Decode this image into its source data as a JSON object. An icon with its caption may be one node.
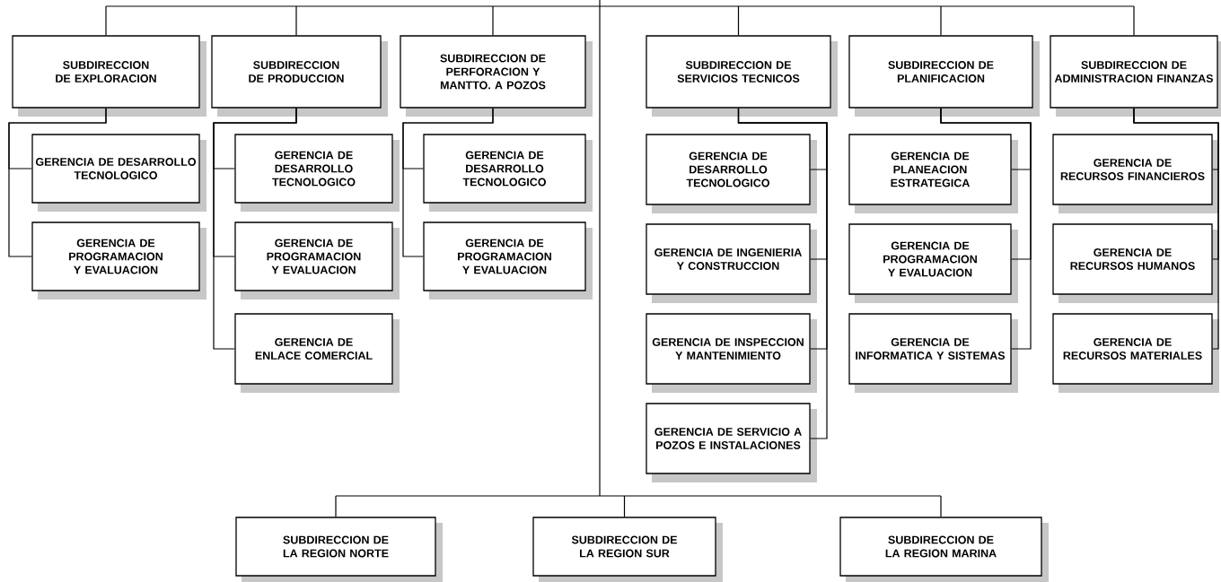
{
  "diagram": {
    "nodes": [
      {
        "text": [
          "SUBDIRECCION DE EXPLORACION"
        ]
      },
      {
        "text": [
          "SUBDIRECCION DE PRODUCCION"
        ]
      },
      {
        "text": [
          "SUBDIRECCION DE PERFORACION Y MANTTO. A POZOS"
        ]
      },
      {
        "text": [
          "SUBDIRECCION DE SERVICIOS TECNICOS"
        ]
      },
      {
        "text": [
          "SUBDIRECCION DE PLANIFICACION"
        ]
      },
      {
        "text": [
          "SUBDIRECCION DE ADMINISTRACION FINANZAS"
        ]
      },
      {
        "text": [
          "GERENCIA DE DESARROLLO TECNOLOGICO"
        ]
      },
      {
        "text": [
          "GERENCIA DE PROGRAMACION Y EVALUACION"
        ]
      },
      {
        "text": [
          "GERENCIA DE DESARROLLO TECNOLOGICO"
        ]
      },
      {
        "text": [
          "GERENCIA DE PROGRAMACION Y EVALUACION"
        ]
      },
      {
        "text": [
          "GERENCIA DE ENLACE COMERCIAL"
        ]
      },
      {
        "text": [
          "GERENCIA DE DESARROLLO TECNOLOGICO"
        ]
      },
      {
        "text": [
          "GERENCIA DE PROGRAMACION Y EVALUACION"
        ]
      },
      {
        "text": [
          "GERENCIA DE DESARROLLO TECNOLOGICO"
        ]
      },
      {
        "text": [
          "GERENCIA DE INGENIERIA Y CONSTRUCCION"
        ]
      },
      {
        "text": [
          "GERENCIA DE INSPECCION Y MANTENIMIENTO"
        ]
      },
      {
        "text": [
          "GERENCIA DE SERVICIO A POZOS E INSTALACIONES"
        ]
      },
      {
        "text": [
          "GERENCIA DE PLANEACION ESTRATEGICA"
        ]
      },
      {
        "text": [
          "GERENCIA DE PROGRAMACION Y EVALUACION"
        ]
      },
      {
        "text": [
          "GERENCIA DE INFORMATICA Y SISTEMAS"
        ]
      },
      {
        "text": [
          "GERENCIA DE RECURSOS FINANCIEROS"
        ]
      },
      {
        "text": [
          "GERENCIA DE RECURSOS HUMANOS"
        ]
      },
      {
        "text": [
          "GERENCIA DE RECURSOS MATERIALES"
        ]
      },
      {
        "text": [
          "SUBDIRECCION DE LA REGION NORTE"
        ]
      },
      {
        "text": [
          "SUBDIRECCION DE LA REGION SUR"
        ]
      },
      {
        "text": [
          "SUBDIRECCION DE LA REGION MARINA"
        ]
      }
    ],
    "edges": [
      {
        "from": null,
        "to": 0,
        "arrow": "none"
      },
      {
        "from": null,
        "to": 1,
        "arrow": "none"
      },
      {
        "from": null,
        "to": 2,
        "arrow": "none"
      },
      {
        "from": null,
        "to": 3,
        "arrow": "none"
      },
      {
        "from": null,
        "to": 4,
        "arrow": "none"
      },
      {
        "from": null,
        "to": 5,
        "arrow": "none"
      },
      {
        "from": 0,
        "to": 6,
        "arrow": "none"
      },
      {
        "from": 0,
        "to": 7,
        "arrow": "none"
      },
      {
        "from": 1,
        "to": 8,
        "arrow": "none"
      },
      {
        "from": 1,
        "to": 9,
        "arrow": "none"
      },
      {
        "from": 1,
        "to": 10,
        "arrow": "none"
      },
      {
        "from": 2,
        "to": 11,
        "arrow": "none"
      },
      {
        "from": 2,
        "to": 12,
        "arrow": "none"
      },
      {
        "from": 3,
        "to": 13,
        "arrow": "none"
      },
      {
        "from": 3,
        "to": 14,
        "arrow": "none"
      },
      {
        "from": 3,
        "to": 15,
        "arrow": "none"
      },
      {
        "from": 3,
        "to": 16,
        "arrow": "none"
      },
      {
        "from": 4,
        "to": 17,
        "arrow": "none"
      },
      {
        "from": 4,
        "to": 18,
        "arrow": "none"
      },
      {
        "from": 4,
        "to": 19,
        "arrow": "none"
      },
      {
        "from": 5,
        "to": 20,
        "arrow": "none"
      },
      {
        "from": 5,
        "to": 21,
        "arrow": "none"
      },
      {
        "from": 5,
        "to": 22,
        "arrow": "none"
      },
      {
        "from": null,
        "to": 23,
        "arrow": "none"
      },
      {
        "from": null,
        "to": 24,
        "arrow": "none"
      },
      {
        "from": null,
        "to": 25,
        "arrow": "none"
      }
    ]
  }
}
